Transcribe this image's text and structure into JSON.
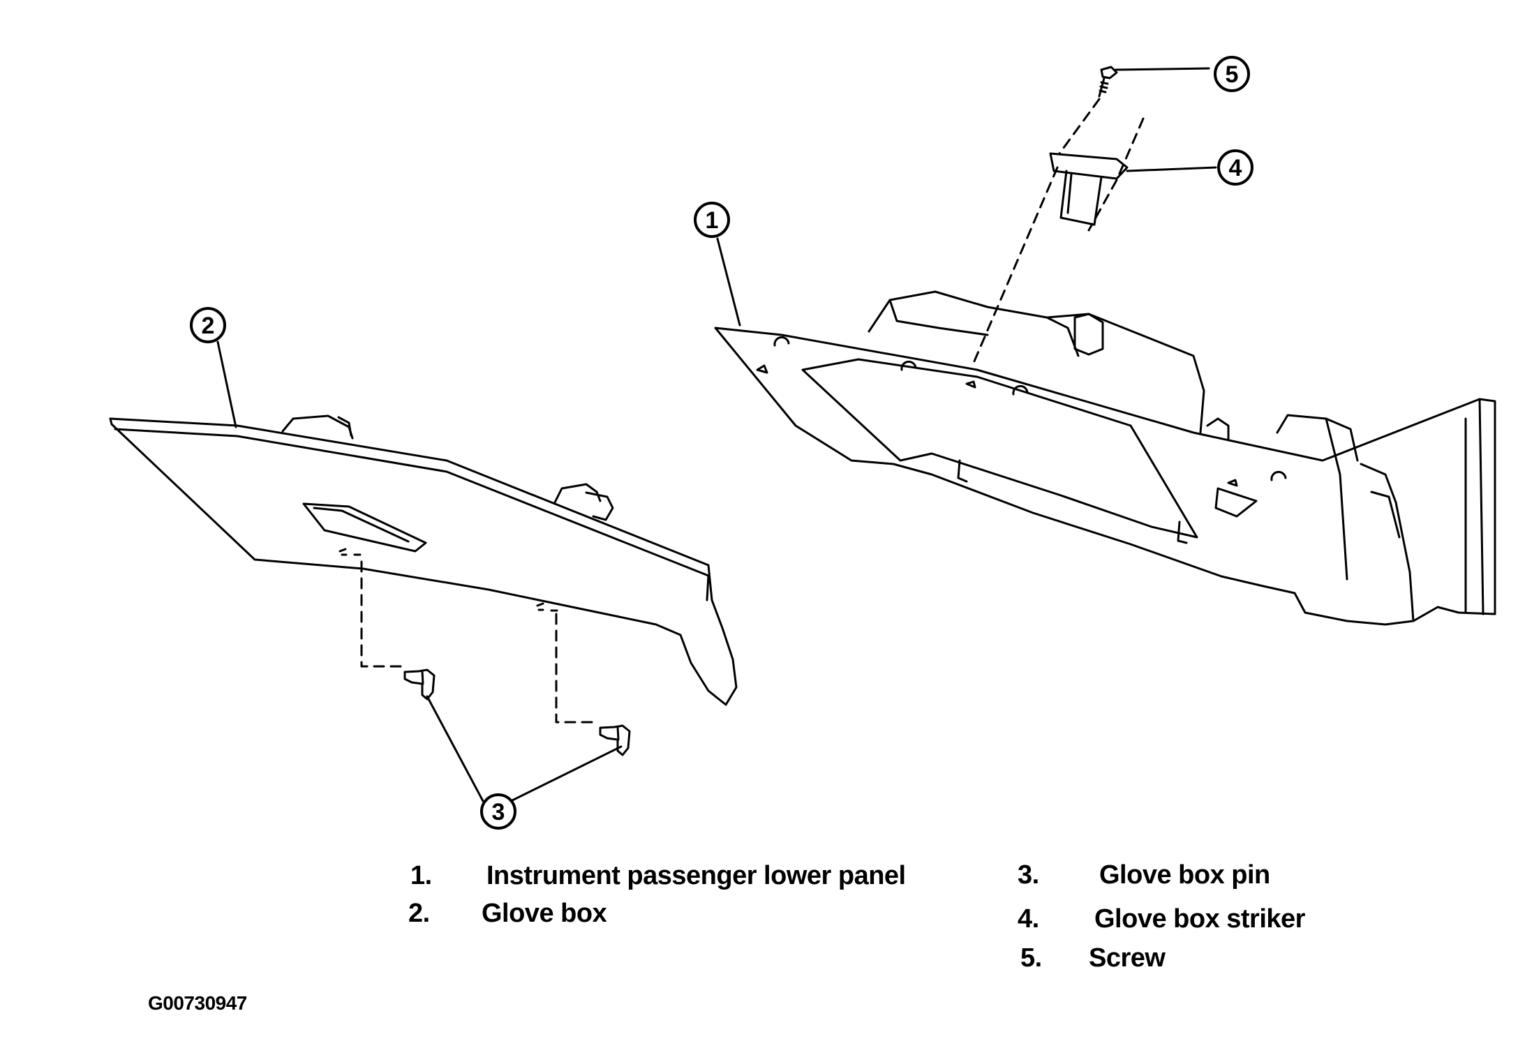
{
  "callouts": [
    "1",
    "2",
    "3",
    "4",
    "5"
  ],
  "legend": [
    {
      "num": "1.",
      "text": "Instrument passenger lower panel"
    },
    {
      "num": "2.",
      "text": "Glove box"
    },
    {
      "num": "3.",
      "text": "Glove box pin"
    },
    {
      "num": "4.",
      "text": "Glove box striker"
    },
    {
      "num": "5.",
      "text": "Screw"
    }
  ],
  "figure_id": "G00730947"
}
